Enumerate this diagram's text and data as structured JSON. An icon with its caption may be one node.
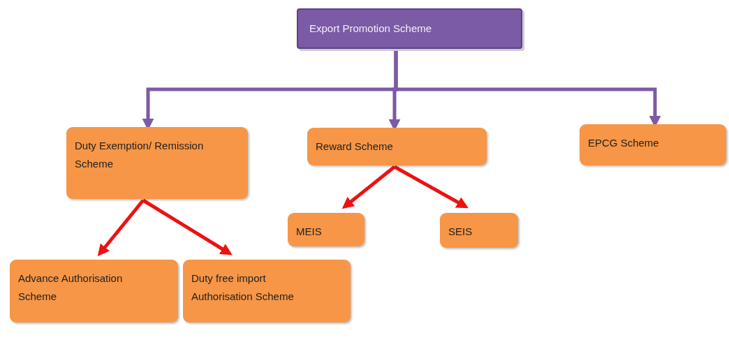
{
  "diagram": {
    "nodes": [
      {
        "text": [
          "Export Promotion Scheme"
        ]
      },
      {
        "text": [
          "Duty Exemption/ Remission Scheme"
        ]
      },
      {
        "text": [
          "Reward Scheme"
        ]
      },
      {
        "text": [
          "EPCG Scheme"
        ]
      },
      {
        "text": [
          "MEIS"
        ]
      },
      {
        "text": [
          "SEIS"
        ]
      },
      {
        "text": [
          "Advance Authorisation Scheme"
        ]
      },
      {
        "text": [
          "Duty free import Authorisation Scheme"
        ]
      }
    ],
    "edges": [
      {
        "from": 0,
        "to": 1,
        "arrow": "to",
        "color": "#7b5aa6"
      },
      {
        "from": 0,
        "to": 2,
        "arrow": "to",
        "color": "#7b5aa6"
      },
      {
        "from": 0,
        "to": 3,
        "arrow": "to",
        "color": "#7b5aa6"
      },
      {
        "from": 1,
        "to": 6,
        "arrow": "to",
        "color": "#ee1111"
      },
      {
        "from": 1,
        "to": 7,
        "arrow": "to",
        "color": "#ee1111"
      },
      {
        "from": 2,
        "to": 4,
        "arrow": "to",
        "color": "#ee1111"
      },
      {
        "from": 2,
        "to": 5,
        "arrow": "to",
        "color": "#ee1111"
      }
    ]
  }
}
